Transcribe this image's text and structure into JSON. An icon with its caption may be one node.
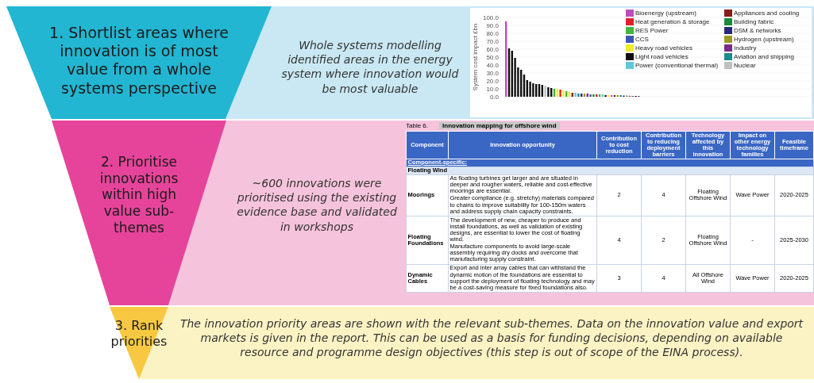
{
  "diagram": {
    "nodes": [
      {
        "text": [
          "1. Shortlist areas where innovation is of most value from a whole systems perspective"
        ]
      },
      {
        "text": [
          "Whole systems modelling identified areas in the energy system where innovation would be most valuable"
        ]
      },
      {
        "text": [
          "2. Prioritise innovations within high value sub-themes"
        ]
      },
      {
        "text": [
          "~600 innovations were prioritised using the existing evidence base and validated in workshops"
        ]
      },
      {
        "text": [
          "3. Rank priorities"
        ]
      },
      {
        "text": [
          "The innovation priority areas are shown with the relevant sub-themes. Data on the innovation value and export markets is given in the report. This can be used as a basis for funding decisions, depending on available resource and programme design objectives (this step is out of scope of the EINA process)."
        ]
      }
    ],
    "labels": [
      "System cost impact £bn",
      "100.0",
      "90.0",
      "80.0",
      "70.0",
      "60.0",
      "50.0",
      "40.0",
      "30.0",
      "20.0",
      "10.0",
      "0.0",
      "Table 6.",
      "Innovation mapping for offshore wind",
      "Component",
      "Innovation opportunity",
      "Contribution to cost reduction",
      "Contribution to reducing deployment barriers",
      "Technology affected by this innovation",
      "Impact on other energy technology families",
      "Feasible timeframe",
      "Component-specific:",
      "Floating Wind",
      "Moorings",
      "As floating turbines get larger and are situated in deeper and rougher waters, reliable and cost-effective moorings are essential.",
      "Greater compliance (e.g. stretchy) materials compared to chains to improve suitability for 100-150m waters and address supply chain capacity constraints.",
      "2",
      "4",
      "Floating Offshore Wind",
      "Wave Power",
      "2020-2025",
      "Floating Foundations",
      "The development of new, cheaper to produce and install foundations, as well as validation of existing designs, are essential to lower the cost of floating wind.",
      "Manufacture components to avoid large-scale assembly requiring dry docks and overcome that manufacturing supply constraint.",
      "4",
      "2",
      "Floating Offshore Wind",
      "-",
      "2025-2030",
      "Dynamic Cables",
      "Export and inter array cables that can withstand the dynamic motion of the foundations are essential to support the deployment of floating technology and may be a cost-saving measure for fixed foundations also.",
      "3",
      "4",
      "All Offshore Wind",
      "Wave Power",
      "2020-2025"
    ],
    "legend": [
      {
        "text": "Bioenergy (upstream)",
        "color": "#c04bc0"
      },
      {
        "text": "Appliances and cooling",
        "color": "#8b1a1a"
      },
      {
        "text": "Heat generation & storage",
        "color": "#e0202a"
      },
      {
        "text": "Building fabric",
        "color": "#1a8a3a"
      },
      {
        "text": "RES Power",
        "color": "#3cb83c"
      },
      {
        "text": "DSM & networks",
        "color": "#28287a"
      },
      {
        "text": "CCS",
        "color": "#3c55b4"
      },
      {
        "text": "Hydrogen (upstream)",
        "color": "#9a9a20"
      },
      {
        "text": "Heavy road vehicles",
        "color": "#f0ec28"
      },
      {
        "text": "Industry",
        "color": "#7a2a8a"
      },
      {
        "text": "Light road vehicles",
        "color": "#101010"
      },
      {
        "text": "Aviation and shipping",
        "color": "#1a8a8a"
      },
      {
        "text": "Power (conventional thermal)",
        "color": "#5cc8dc"
      },
      {
        "text": "Nuclear",
        "color": "#c0c0c0"
      }
    ]
  }
}
